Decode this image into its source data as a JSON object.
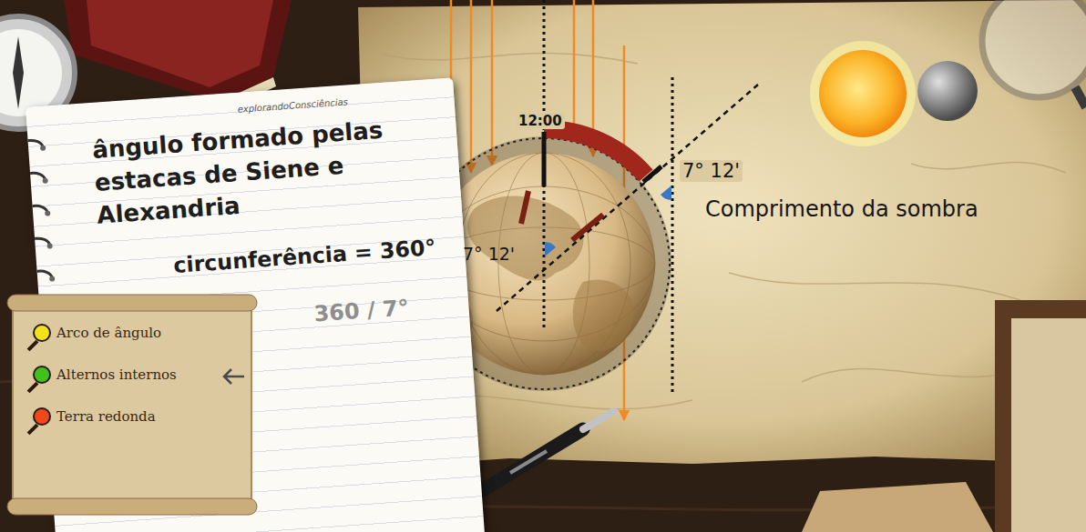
{
  "diagram": {
    "nodes": [
      {
        "text": [
          "explorandoConsciências",
          "ângulo formado pelas estacas de Siene e Alexandria",
          "circunferência = 360°",
          "360 / 7°"
        ]
      }
    ],
    "labels": [
      "12:00",
      "7° 12'",
      "7° 12'",
      "Comprimento da sombra"
    ],
    "legend": [
      {
        "text": "Arco de ângulo",
        "color": "#f2e21a"
      },
      {
        "text": "Alternos internos",
        "color": "#3fc21e"
      },
      {
        "text": "Terra redonda",
        "color": "#f0481a"
      }
    ]
  }
}
